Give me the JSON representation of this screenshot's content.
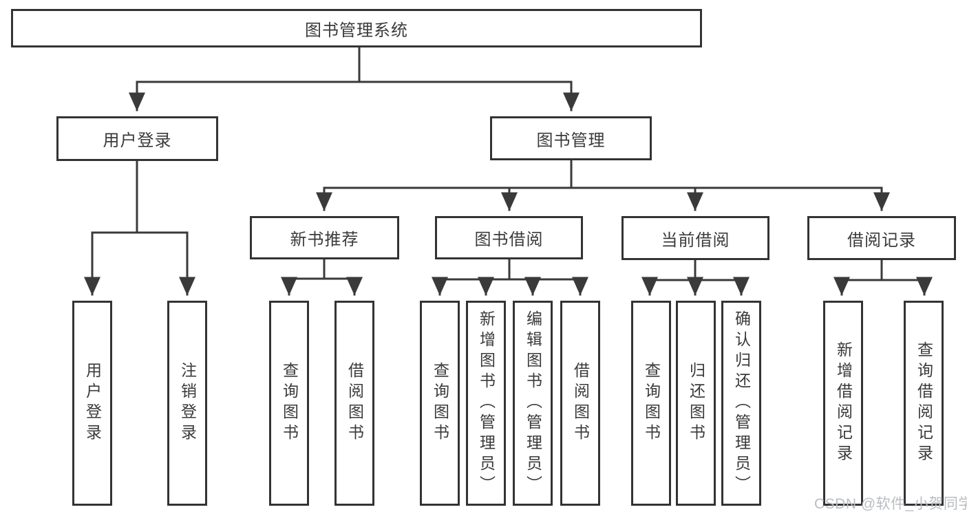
{
  "diagram": {
    "root": {
      "label": "图书管理系统"
    },
    "level2": {
      "user_login": {
        "label": "用户登录"
      },
      "book_mgmt": {
        "label": "图书管理"
      }
    },
    "level3": {
      "new_book_rec": {
        "label": "新书推荐"
      },
      "book_borrow": {
        "label": "图书借阅"
      },
      "current_borrow": {
        "label": "当前借阅"
      },
      "borrow_records": {
        "label": "借阅记录"
      }
    },
    "leaves": {
      "ul_login": {
        "label": "用户登录"
      },
      "ul_logout": {
        "label": "注销登录"
      },
      "nbr_query": {
        "label": "查询图书"
      },
      "nbr_borrow": {
        "label": "借阅图书"
      },
      "bb_query": {
        "label": "查询图书"
      },
      "bb_add": {
        "label": "新增图书（管理员）"
      },
      "bb_edit": {
        "label": "编辑图书（管理员）"
      },
      "bb_borrow": {
        "label": "借阅图书"
      },
      "cb_query": {
        "label": "查询图书"
      },
      "cb_return": {
        "label": "归还图书"
      },
      "cb_confirm": {
        "label": "确认归还（管理员）"
      },
      "br_add": {
        "label": "新增借阅记录"
      },
      "br_query": {
        "label": "查询借阅记录"
      }
    }
  },
  "watermark": {
    "text": "CSDN @软件_小贺同学"
  },
  "colors": {
    "line": "#3a3a3a",
    "border": "#333333",
    "text": "#3a3a3a",
    "watermark": "#b9bcc2",
    "background": "#ffffff"
  }
}
